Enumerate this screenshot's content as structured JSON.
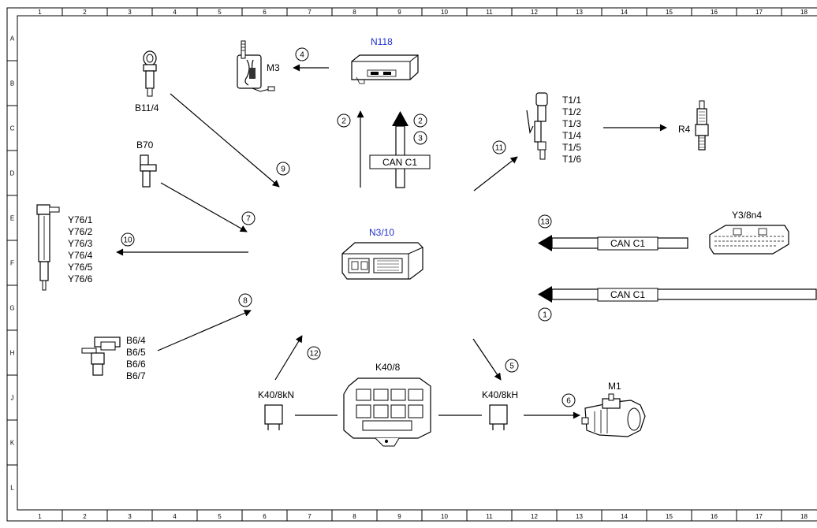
{
  "grid": {
    "columns": [
      "1",
      "2",
      "3",
      "4",
      "5",
      "6",
      "7",
      "8",
      "9",
      "10",
      "11",
      "12",
      "13",
      "14",
      "15",
      "16",
      "17",
      "18"
    ],
    "rows": [
      "A",
      "B",
      "C",
      "D",
      "E",
      "F",
      "G",
      "H",
      "J",
      "K",
      "L"
    ]
  },
  "components": {
    "n118": "N118",
    "m3": "M3",
    "b11_4": "B11/4",
    "b70": "B70",
    "n3_10": "N3/10",
    "t1": [
      "T1/1",
      "T1/2",
      "T1/3",
      "T1/4",
      "T1/5",
      "T1/6"
    ],
    "r4": "R4",
    "y76": [
      "Y76/1",
      "Y76/2",
      "Y76/3",
      "Y76/4",
      "Y76/5",
      "Y76/6"
    ],
    "y3_8n4": "Y3/8n4",
    "b6": [
      "B6/4",
      "B6/5",
      "B6/6",
      "B6/7"
    ],
    "k40_8kn": "K40/8kN",
    "k40_8": "K40/8",
    "k40_8kh": "K40/8kH",
    "m1": "M1"
  },
  "can_label": "CAN C1",
  "signals": {
    "s1": "1",
    "s2a": "2",
    "s2b": "2",
    "s3": "3",
    "s4": "4",
    "s5": "5",
    "s6": "6",
    "s7": "7",
    "s8": "8",
    "s9": "9",
    "s10": "10",
    "s11": "11",
    "s12": "12",
    "s13": "13"
  }
}
